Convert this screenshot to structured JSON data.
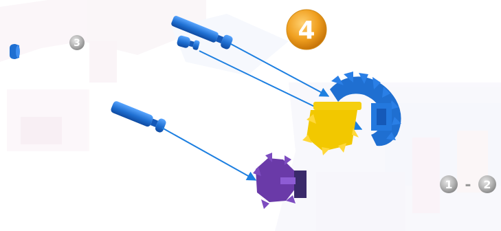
{
  "step": {
    "current_number": "4",
    "previous_number": "3",
    "range_start": "1",
    "range_separator": "-",
    "range_end": "2"
  },
  "colors": {
    "step_badge": "#e89a12",
    "grey_badge": "#a8a8a8",
    "blue_part": "#1f6fd1",
    "yellow_part": "#f5cf10",
    "purple_part": "#6a3aa8",
    "arrow": "#1d7fe0"
  },
  "parts": [
    {
      "name": "blue-axle-rod-top",
      "color": "blue"
    },
    {
      "name": "blue-connector-peg",
      "color": "blue"
    },
    {
      "name": "blue-axle-rod-bottom",
      "color": "blue"
    },
    {
      "name": "blue-small-cap",
      "color": "blue"
    },
    {
      "name": "blue-gear",
      "color": "blue"
    },
    {
      "name": "yellow-gear",
      "color": "yellow"
    },
    {
      "name": "purple-gear",
      "color": "purple"
    }
  ]
}
